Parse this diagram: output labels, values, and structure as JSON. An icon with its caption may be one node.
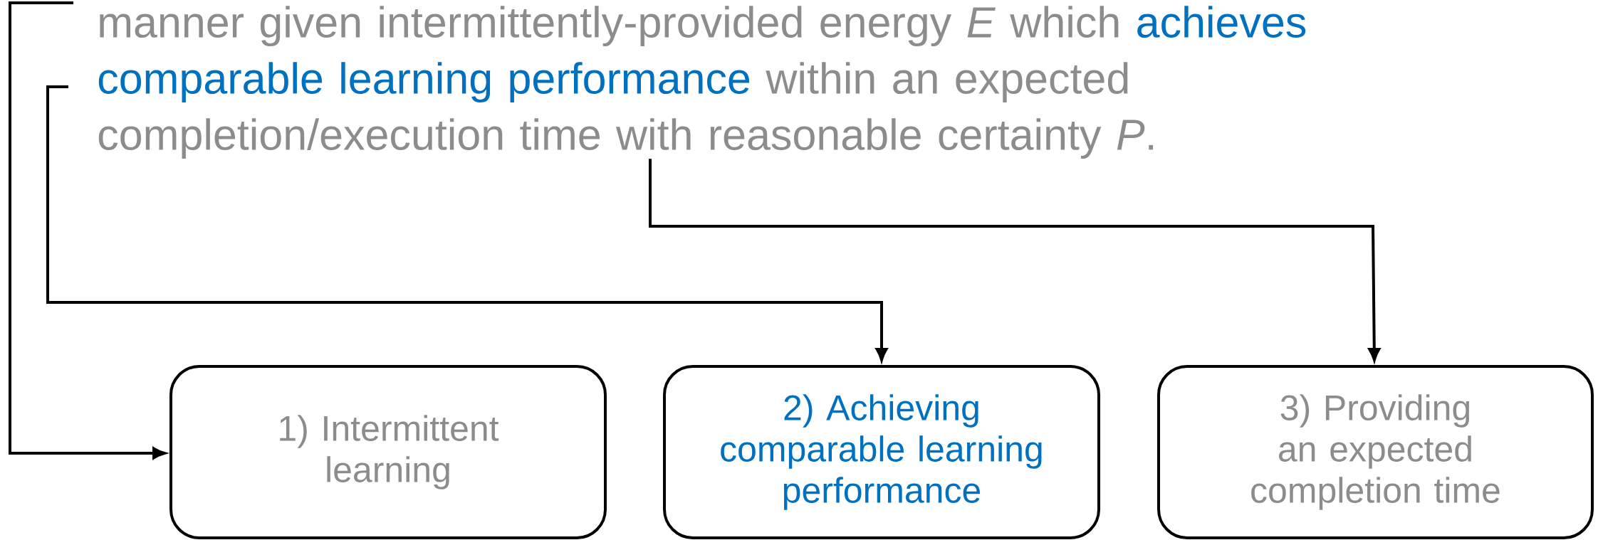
{
  "diagram": {
    "nodes": [
      {
        "text": [
          "manner given intermittently-provided energy *E* which",
          "achieves comparable learning performance",
          "within an expected completion/execution time with reasonable certainty *P*."
        ]
      },
      {
        "text": [
          "1) Intermittent learning"
        ]
      },
      {
        "text": [
          "2) Achieving comparable learning performance"
        ]
      },
      {
        "text": [
          "3) Providing an expected completion time"
        ]
      }
    ],
    "edges": [
      {
        "from": 0,
        "to": 1,
        "arrow": "to"
      },
      {
        "from": 0,
        "to": 2,
        "arrow": "to"
      },
      {
        "from": 0,
        "to": 3,
        "arrow": "to"
      }
    ]
  }
}
